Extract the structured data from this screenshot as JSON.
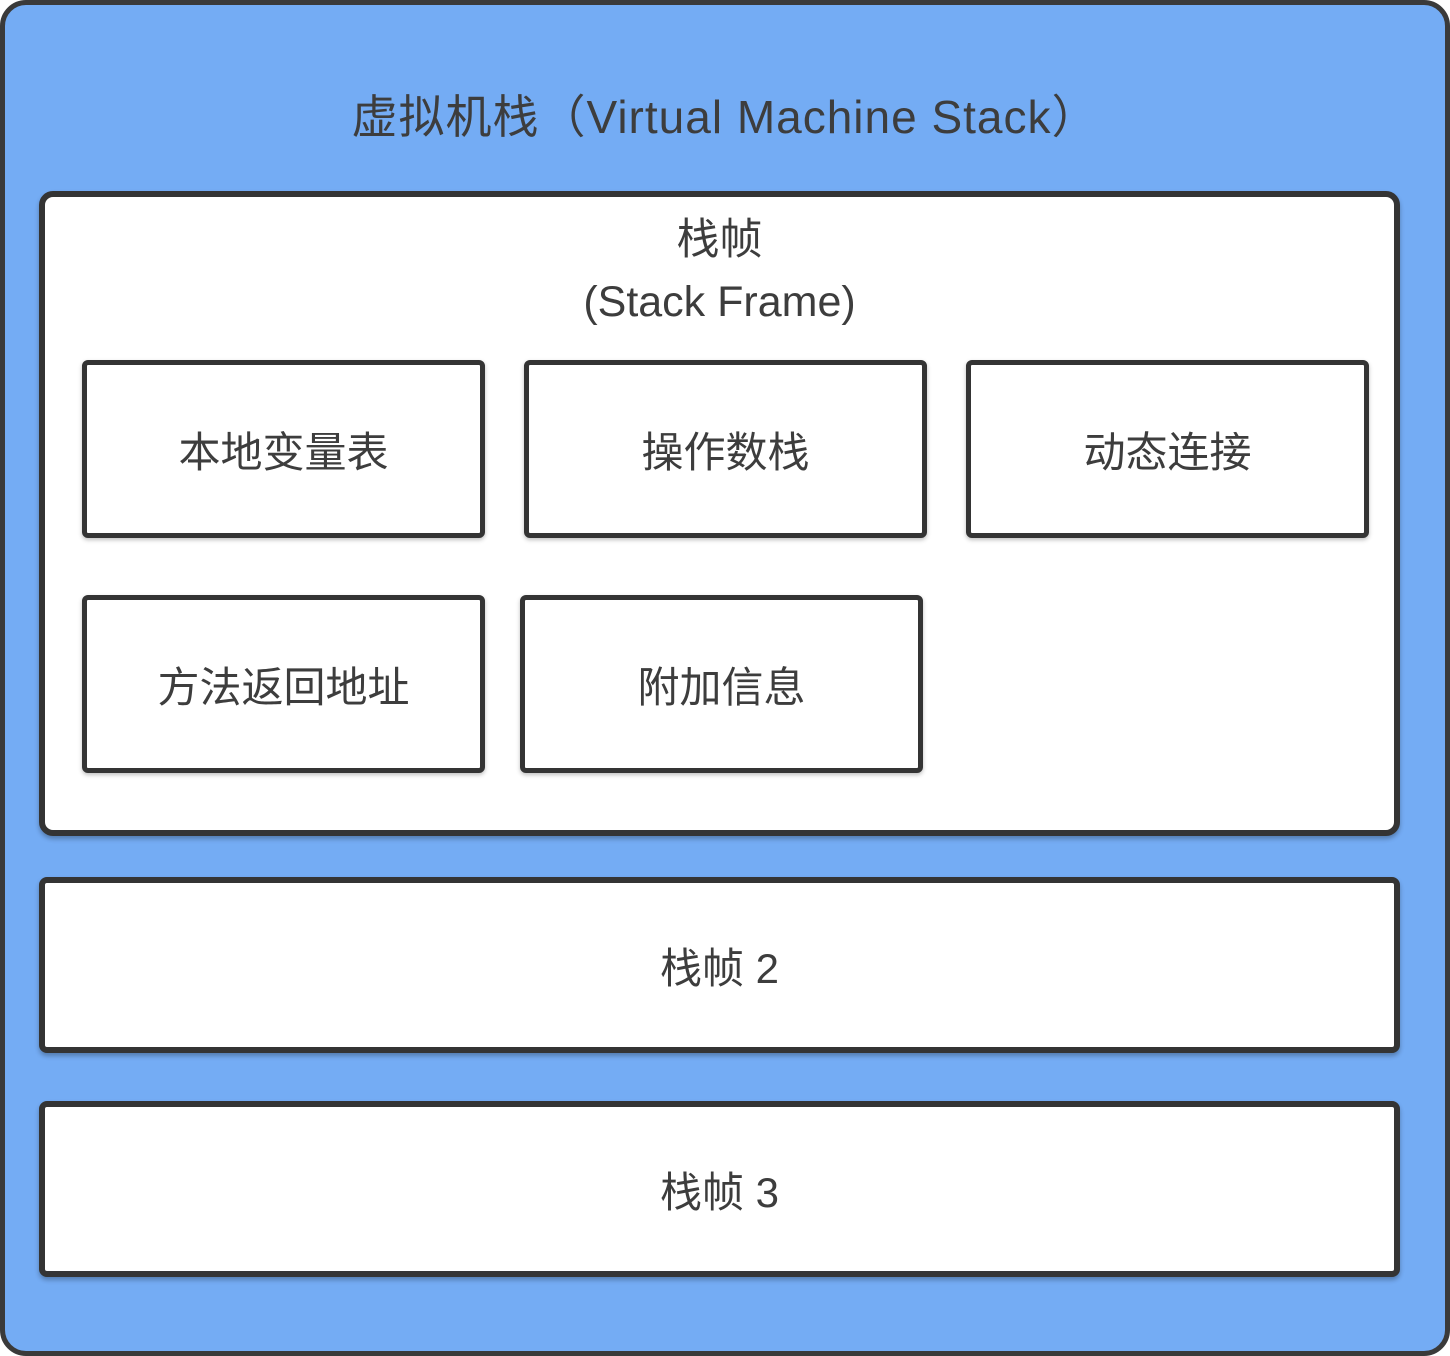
{
  "diagram": {
    "title": "虚拟机栈（Virtual Machine Stack）",
    "stack_frame_1": {
      "title_cn": "栈帧",
      "title_en": "(Stack Frame)",
      "components_row1": [
        "本地变量表",
        "操作数栈",
        "动态连接"
      ],
      "components_row2": [
        "方法返回地址",
        "附加信息"
      ]
    },
    "stack_frame_2_label": "栈帧 2",
    "stack_frame_3_label": "栈帧 3",
    "colors": {
      "panel_blue": "#74acf4",
      "border_dark": "#343434",
      "box_white": "#ffffff",
      "text_dark": "#3d3d3d"
    }
  }
}
